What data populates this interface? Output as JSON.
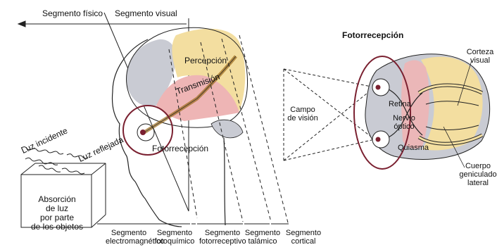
{
  "top": {
    "segmento_fisico": "Segmento físico",
    "segmento_visual": "Segmento visual"
  },
  "left_diagram": {
    "percepcion": "Percepción",
    "transmision": "Transmisión",
    "fotorrecepcion": "Fotorrecepción",
    "luz_incidente": "Luz incidente",
    "luz_reflejada": "Luz reflejada",
    "absorcion": [
      "Absorción",
      "de luz",
      "por parte",
      "de los objetos"
    ]
  },
  "segments": [
    {
      "line1": "Segmento",
      "line2": "electromagnético"
    },
    {
      "line1": "Segmento",
      "line2": "fotoquímico"
    },
    {
      "line1": "Segmento",
      "line2": "fotorreceptivo"
    },
    {
      "line1": "Segmento",
      "line2": "talámico"
    },
    {
      "line1": "Segmento",
      "line2": "cortical"
    }
  ],
  "right_diagram": {
    "title": "Fotorrecepción",
    "campo": [
      "Campo",
      "de visión"
    ],
    "retina": "Retina",
    "nervio": [
      "Nervio",
      "óptico"
    ],
    "quiasma": "Quiasma",
    "corteza": [
      "Corteza",
      "visual"
    ],
    "cuerpo": [
      "Cuerpo",
      "geniculado",
      "lateral"
    ]
  },
  "colors": {
    "perception": "#f3dea0",
    "transmission": "#eeb5b5",
    "cortex_gray": "#c9cbd3",
    "circle": "#7a2030",
    "line": "#222222"
  }
}
